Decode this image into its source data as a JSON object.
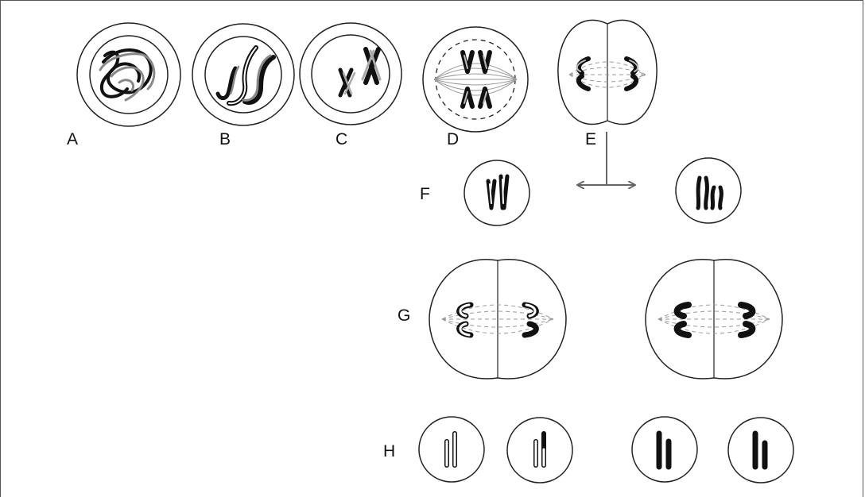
{
  "diagram": {
    "labels": {
      "a": "A",
      "b": "B",
      "c": "C",
      "d": "D",
      "e": "E",
      "f": "F",
      "g": "G",
      "h": "H"
    },
    "colors": {
      "outline": "#222222",
      "spindle": "#9a9a9a",
      "chromosome_dark": "#111111",
      "chromosome_light": "#ffffff",
      "arrow": "#666666",
      "frame": "#555555"
    }
  }
}
